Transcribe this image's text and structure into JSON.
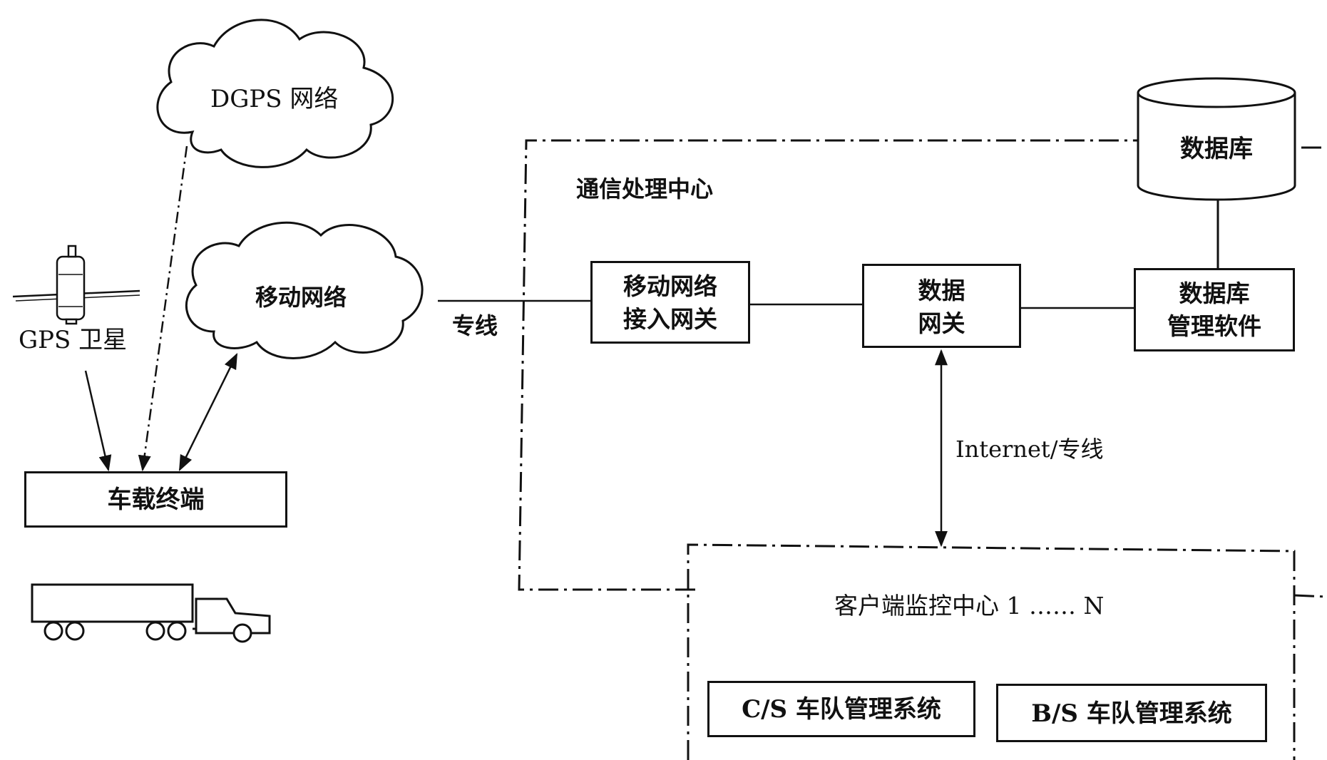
{
  "clouds": {
    "dgps": "DGPS 网络",
    "mobile": "移动网络"
  },
  "satellite_label": "GPS 卫星",
  "vehicle_terminal": "车载终端",
  "dedicated_line": "专线",
  "comm_center_title": "通信处理中心",
  "gateway_mobile": {
    "line1": "移动网络",
    "line2": "接入网关"
  },
  "gateway_data": {
    "line1": "数据",
    "line2": "网关"
  },
  "database": "数据库",
  "db_software": {
    "line1": "数据库",
    "line2": "管理软件"
  },
  "internet_line": "Internet/专线",
  "client_center_title": "客户端监控中心 1 …… N",
  "cs_system": "C/S 车队管理系统",
  "bs_system": "B/S 车队管理系统",
  "colors": {
    "stroke": "#111111",
    "background": "#ffffff"
  }
}
